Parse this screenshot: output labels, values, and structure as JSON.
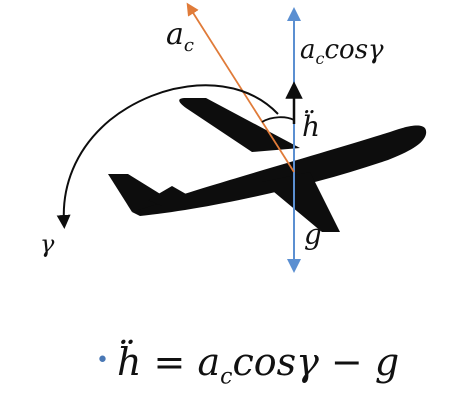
{
  "labels": {
    "acceleration": "a",
    "acceleration_sub": "c",
    "vertical_component": "a",
    "vertical_component_sub": "c",
    "vertical_component_tail": "cosγ",
    "height_accel": "ḧ",
    "gravity": "g",
    "flight_path_angle": "γ"
  },
  "equation": {
    "bullet": "•",
    "lhs": "ḧ",
    "eq": " = ",
    "a": "a",
    "sub": "c",
    "tail": "cosγ − g"
  },
  "colors": {
    "acceleration_vector": "#e07b39",
    "vertical_axis": "#5b8fd1",
    "airplane": "#0d0d0d",
    "text": "#111111"
  }
}
